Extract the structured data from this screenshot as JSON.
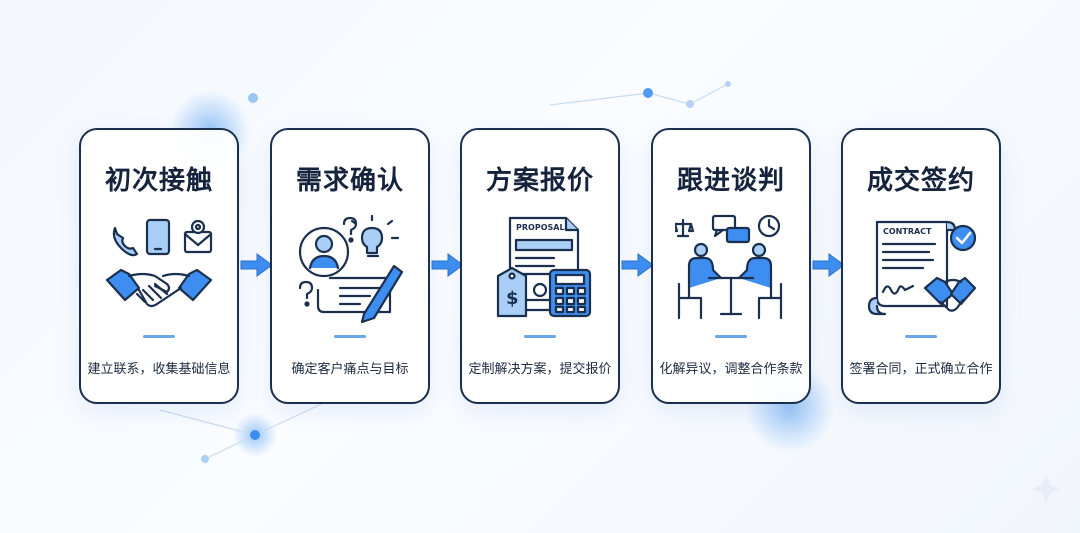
{
  "steps": [
    {
      "title": "初次接触",
      "description": "建立联系，收集基础信息",
      "icon": "handshake-contact-icon"
    },
    {
      "title": "需求确认",
      "description": "确定客户痛点与目标",
      "icon": "customer-needs-icon"
    },
    {
      "title": "方案报价",
      "description": "定制解决方案，提交报价",
      "icon": "proposal-quote-icon"
    },
    {
      "title": "跟进谈判",
      "description": "化解异议，调整合作条款",
      "icon": "negotiation-icon"
    },
    {
      "title": "成交签约",
      "description": "签署合同，正式确立合作",
      "icon": "contract-signing-icon"
    }
  ],
  "icon_text": {
    "proposal_label": "PROPOSAL",
    "contract_label": "CONTRACT"
  },
  "colors": {
    "navy": "#1b2f4e",
    "accent_blue": "#3d8ef0",
    "light_blue": "#a9cff7",
    "background": "#f3f7fc"
  }
}
